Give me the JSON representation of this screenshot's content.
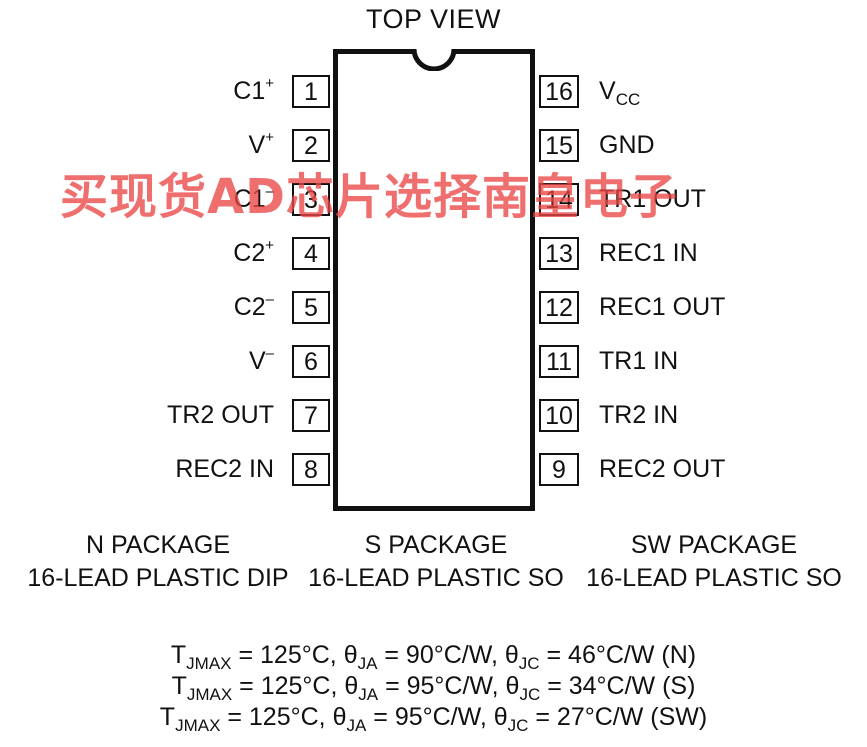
{
  "title": "TOP VIEW",
  "pins_left": [
    {
      "num": "1",
      "name": "C1",
      "sup": "+",
      "sub": ""
    },
    {
      "num": "2",
      "name": "V",
      "sup": "+",
      "sub": ""
    },
    {
      "num": "3",
      "name": "C1",
      "sup": "–",
      "sub": ""
    },
    {
      "num": "4",
      "name": "C2",
      "sup": "+",
      "sub": ""
    },
    {
      "num": "5",
      "name": "C2",
      "sup": "–",
      "sub": ""
    },
    {
      "num": "6",
      "name": "V",
      "sup": "–",
      "sub": ""
    },
    {
      "num": "7",
      "name": "TR2 OUT",
      "sup": "",
      "sub": ""
    },
    {
      "num": "8",
      "name": "REC2 IN",
      "sup": "",
      "sub": ""
    }
  ],
  "pins_right": [
    {
      "num": "16",
      "name": "V",
      "sup": "",
      "sub": "CC"
    },
    {
      "num": "15",
      "name": "GND",
      "sup": "",
      "sub": ""
    },
    {
      "num": "14",
      "name": "TR1 OUT",
      "sup": "",
      "sub": ""
    },
    {
      "num": "13",
      "name": "REC1 IN",
      "sup": "",
      "sub": ""
    },
    {
      "num": "12",
      "name": "REC1 OUT",
      "sup": "",
      "sub": ""
    },
    {
      "num": "11",
      "name": "TR1 IN",
      "sup": "",
      "sub": ""
    },
    {
      "num": "10",
      "name": "TR2 IN",
      "sup": "",
      "sub": ""
    },
    {
      "num": "9",
      "name": "REC2 OUT",
      "sup": "",
      "sub": ""
    }
  ],
  "packages": [
    {
      "name": "N PACKAGE",
      "desc": "16-LEAD PLASTIC DIP"
    },
    {
      "name": "S PACKAGE",
      "desc": "16-LEAD PLASTIC SO"
    },
    {
      "name": "SW PACKAGE",
      "desc": "16-LEAD PLASTIC SO"
    }
  ],
  "thermal": [
    {
      "tjmax": "= 125°C,",
      "theta_ja": "= 90°C/W,",
      "theta_jc": "= 46°C/W (N)"
    },
    {
      "tjmax": "= 125°C,",
      "theta_ja": "= 95°C/W,",
      "theta_jc": "= 34°C/W (S)"
    },
    {
      "tjmax": "= 125°C,",
      "theta_ja": "= 95°C/W,",
      "theta_jc": "= 27°C/W (SW)"
    }
  ],
  "thermal_symbols": {
    "t": "T",
    "t_sub": "JMAX",
    "theta": "θ",
    "ja_sub": "JA",
    "jc_sub": "JC"
  },
  "watermark": "买现货AD芯片选择南皇电子",
  "colors": {
    "ink": "#111111",
    "watermark": "#eb4646"
  }
}
